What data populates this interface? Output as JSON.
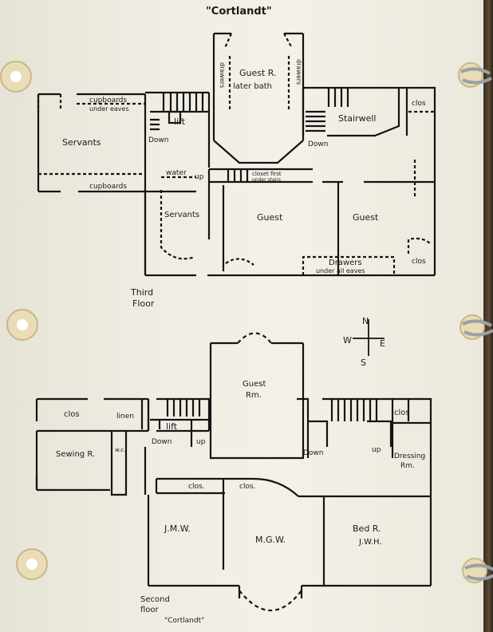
{
  "title": "\"Cortlandt\"",
  "third_floor": {
    "floor_label_line1": "Third",
    "floor_label_line2": "Floor",
    "cupboards_under_eaves_line1": "cupboards",
    "cupboards_under_eaves_line2": "under eaves",
    "servants_left": "Servants",
    "cupboards_lower": "cupboards",
    "lift": "lift",
    "down_left": "Down",
    "guest_r_line1": "Guest R.",
    "guest_r_line2": "later bath",
    "drawers_left": "drawers",
    "drawers_right": "drawers",
    "stairwell": "Stairwell",
    "clos_top_right": "clos",
    "down_center": "Down",
    "water": "water",
    "up": "up",
    "closet_line1": "closet first",
    "closet_line2": "under stairs",
    "servants_room": "Servants",
    "guest_center": "Guest",
    "guest_right": "Guest",
    "drawers_under_eaves_line1": "Drawers",
    "drawers_under_eaves_line2": "under all eaves",
    "clos_bottom_right": "clos"
  },
  "compass": {
    "n": "N",
    "s": "S",
    "e": "E",
    "w": "W"
  },
  "second_floor": {
    "guest_rm_line1": "Guest",
    "guest_rm_line2": "Rm.",
    "clos_left": "clos",
    "linen": "linen",
    "lift": "lift",
    "sewing_r": "Sewing R.",
    "down_left": "Down",
    "up_left": "up",
    "clos_right": "clos",
    "wc": "w.c.",
    "down_right": "Down",
    "up_right": "up",
    "dressing_rm_line1": "Dressing",
    "dressing_rm_line2": "Rm.",
    "clos_center_a": "clos.",
    "clos_center_b": "clos.",
    "jmw": "J.M.W.",
    "mgw": "M.G.W.",
    "bed_r_line1": "Bed R.",
    "bed_r_line2": "J.W.H.",
    "floor_label_line1": "Second",
    "floor_label_line2": "floor",
    "floor_label_line3": "\"Cortlandt\""
  }
}
